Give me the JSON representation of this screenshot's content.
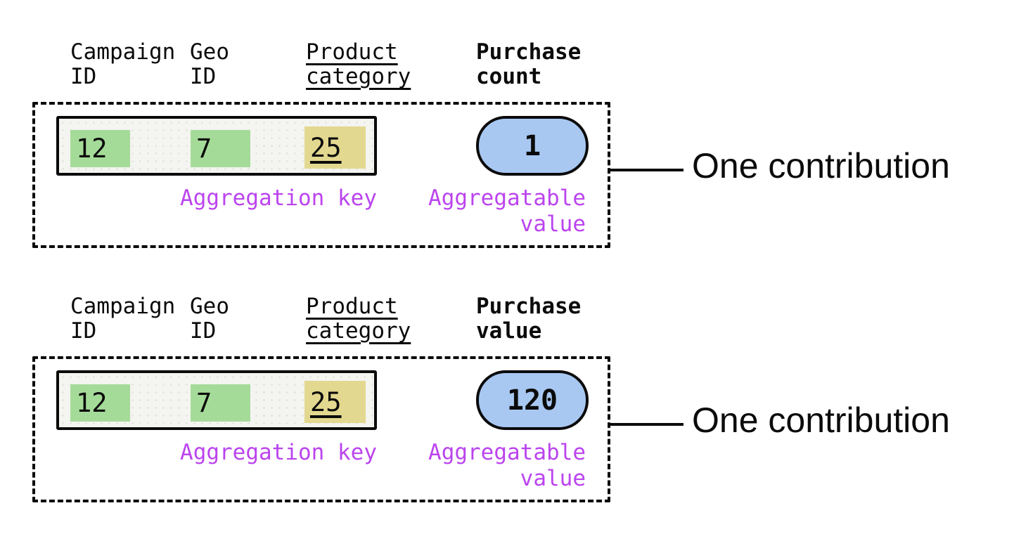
{
  "colors": {
    "ink": "#0b0b0b",
    "cell-green": "#a5db99",
    "cell-yellow": "#e3d88f",
    "pill-blue": "#a8c8f2",
    "label-purple": "#bb44ee",
    "record-bg": "#f4f4f1"
  },
  "contributions": [
    {
      "columns": {
        "campaign": {
          "line1": "Campaign",
          "line2": "ID"
        },
        "geo": {
          "line1": "Geo",
          "line2": "ID"
        },
        "product": {
          "line1": "Product",
          "line2": "category"
        },
        "measure": {
          "line1": "Purchase",
          "line2": "count"
        }
      },
      "record": {
        "campaign_id": "12",
        "geo_id": "7",
        "product_category": "25"
      },
      "aggregatable_value": "1",
      "labels": {
        "aggregation_key": "Aggregation key",
        "aggregatable_line1": "Aggregatable",
        "aggregatable_line2": "value"
      },
      "annotation": "One contribution"
    },
    {
      "columns": {
        "campaign": {
          "line1": "Campaign",
          "line2": "ID"
        },
        "geo": {
          "line1": "Geo",
          "line2": "ID"
        },
        "product": {
          "line1": "Product",
          "line2": "category"
        },
        "measure": {
          "line1": "Purchase",
          "line2": "value"
        }
      },
      "record": {
        "campaign_id": "12",
        "geo_id": "7",
        "product_category": "25"
      },
      "aggregatable_value": "120",
      "labels": {
        "aggregation_key": "Aggregation key",
        "aggregatable_line1": "Aggregatable",
        "aggregatable_line2": "value"
      },
      "annotation": "One contribution"
    }
  ]
}
